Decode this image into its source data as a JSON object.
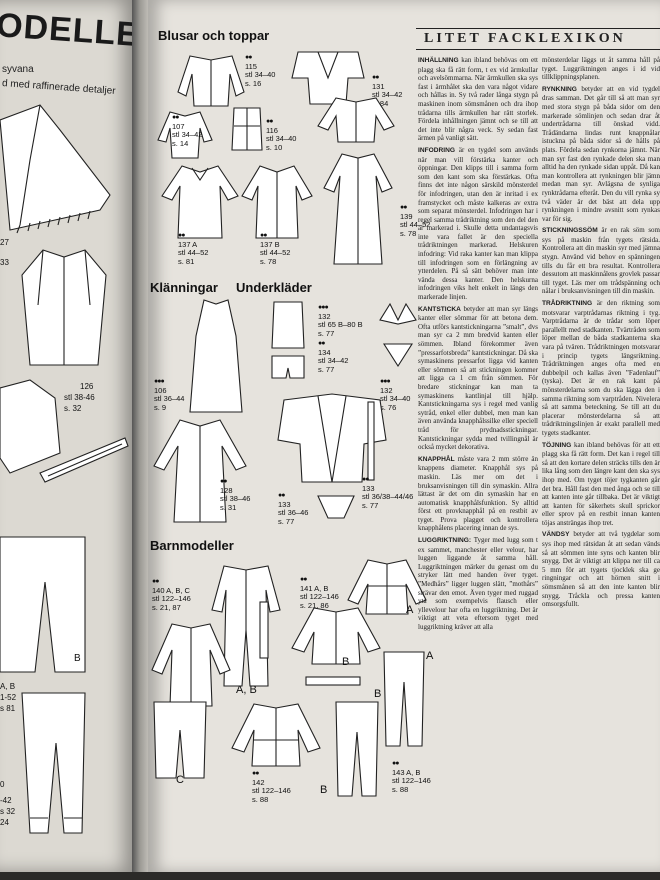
{
  "left_page": {
    "heading": "ODELLER",
    "subtitle_lines": [
      "syvana",
      "d med raffinerade detaljer"
    ],
    "labels": [
      "27",
      "33",
      "126",
      "stl 38-46",
      "s. 32",
      "A, B",
      "1-52",
      "s 81",
      "0",
      "-42",
      "s 32",
      "24",
      "B"
    ]
  },
  "sections": {
    "blusar": "Blusar och toppar",
    "klanningar": "Klänningar",
    "underklader": "Underkläder",
    "barnmodeller": "Barnmodeller"
  },
  "patterns": [
    {
      "id": "p115",
      "dots": "●●",
      "lines": [
        "115",
        "stl 34–40",
        "s. 16"
      ]
    },
    {
      "id": "p131",
      "dots": "●●",
      "lines": [
        "131",
        "stl 34–42",
        "s. 84"
      ]
    },
    {
      "id": "p107",
      "dots": "●●",
      "lines": [
        "107",
        "stl 34–42",
        "s. 14"
      ]
    },
    {
      "id": "p116",
      "dots": "●●",
      "lines": [
        "116",
        "stl 34–40",
        "s. 10"
      ]
    },
    {
      "id": "p139",
      "dots": "●●",
      "lines": [
        "139",
        "stl 44–52",
        "s. 78"
      ]
    },
    {
      "id": "p137a",
      "dots": "●●",
      "lines": [
        "137 A",
        "stl 44–52",
        "s. 81"
      ]
    },
    {
      "id": "p137b",
      "dots": "●●",
      "lines": [
        "137 B",
        "stl 44–52",
        "s. 78"
      ]
    },
    {
      "id": "p132a",
      "dots": "●●●",
      "lines": [
        "132",
        "stl 65 B–80 B",
        "s. 77"
      ]
    },
    {
      "id": "p134",
      "dots": "●●",
      "lines": [
        "134",
        "stl 34–42",
        "s. 77"
      ]
    },
    {
      "id": "p132b",
      "dots": "●●●",
      "lines": [
        "132",
        "stl 34–40",
        "s. 76"
      ]
    },
    {
      "id": "p106",
      "dots": "●●●",
      "lines": [
        "106",
        "stl 36–44",
        "s. 9"
      ]
    },
    {
      "id": "p128",
      "dots": "●●",
      "lines": [
        "128",
        "stl 38–46",
        "s. 31"
      ]
    },
    {
      "id": "p133a",
      "dots": "●●",
      "lines": [
        "133",
        "stl 36–46",
        "s. 77"
      ]
    },
    {
      "id": "p133b",
      "dots": "●●",
      "lines": [
        "133",
        "stl 36/38–44/46",
        "s. 77"
      ]
    },
    {
      "id": "p140",
      "dots": "●●",
      "lines": [
        "140 A, B, C",
        "stl 122–146",
        "s. 21, 87"
      ]
    },
    {
      "id": "p141",
      "dots": "●●",
      "lines": [
        "141 A, B",
        "stl 122–146",
        "s. 21, 86"
      ]
    },
    {
      "id": "p142",
      "dots": "●●",
      "lines": [
        "142",
        "stl 122–146",
        "s. 88"
      ]
    },
    {
      "id": "p143",
      "dots": "●●",
      "lines": [
        "143 A, B",
        "stl 122–146",
        "s. 88"
      ]
    }
  ],
  "sketch_letters": [
    "A",
    "A, B",
    "B",
    "C",
    "A",
    "B",
    "B",
    "A"
  ],
  "lexicon": {
    "title": "LITET FACKLEXIKON",
    "col1": [
      {
        "term": "INHÄLLNING",
        "text": "kan ibland behövas om ett plagg ska få rätt form, t ex vid ärmkullar och avelsömmarna. När ärmkullen ska sys fast i ärmhålet ska den vara något vidare och hållas in. Sy två rader långa stygn på maskinen inom sömsmånen och dra ihop trådarna tills ärmkullen har rätt storlek. Fördela inhållningen jämnt och se till att det inte blir några veck. Sy sedan fast ärmen på vanligt sätt."
      },
      {
        "term": "INFODRING",
        "text": "är en tygdel som används när man vill förstärka kanter och öppningar. Den klipps till i samma form som den kant som ska förstärkas. Ofta finns det inte någon särskild mönsterdel för infodringen, utan den är inritad i ex framstycket och måste kalkeras av extra som separat mönsterdel. Infodringen har i regel samma trådriktning som den del den är markerad i. Skulle detta undantagsvis inte vara fallet är den speciella trådriktningen markerad. Helskuren infodring: Vid raka kanter kan man klippa till infodringen som en förlängning av ytterdelen. På så sätt behöver man inte vända dessa kanter. Den helskurna infodringen viks helt enkelt in längs den markerade linjen."
      },
      {
        "term": "KANTSTICKA",
        "text": "betyder att man syr längs kanter eller sömmar för att betona dem. Ofta utförs kantstickningarna ”smalt”, dvs man syr ca 2 mm bredvid kanten eller sömmen. Ibland förekommer även ”pressarfotsbreda” kantstickningar. Då ska symaskinens pressarfot ligga vid kanten eller sömmen så att stickningen kommer att ligga ca 1 cm från sömmen. För bredare stickningar kan man ta symaskinens kantlinjal till hjälp. Kantstickningarna sys i regel med vanlig sytråd, enkel eller dubbel, men man kan även använda knapphålssilke eller speciell tråd för prydnadsstickningar. Kantstickningar sydda med tvillingnål är också mycket dekorativa."
      },
      {
        "term": "KNAPPHÅL",
        "text": "måste vara 2 mm större än knappens diameter. Knapphål sys på maskin. Läs mer om det i bruksanvisningen till din symaskin. Allra lättast är det om din symaskin har en automatisk knapphålsfunktion. Sy alltid först ett provknapphål på en restbit av tyget. Prova plagget och kontrollera knapphålens placering innan de sys."
      },
      {
        "term": "LUGGRIKTNING:",
        "text": "Tyger med lugg som t ex sammet, manchester eller velour, har luggen liggande åt samma håll. Luggriktningen märker du genast om du stryker lätt med handen över tyget. ”Medhårs” ligger luggen slätt, ”mothårs” strävar den emot. Även tyger med ruggad yta som exempelvis flausch eller yllevelour har ofta en luggriktning. Det är viktigt att veta eftersom tyget med luggriktning kräver att alla"
      }
    ],
    "col2": [
      {
        "term": "",
        "text": "mönsterdelar läggs ut åt samma håll på tyget. Luggriktningen anges i id vid tillklippningsplanen."
      },
      {
        "term": "RYNKNING",
        "text": "betyder att en vid tygdel dras samman. Det går till så att man syr med stora stygn på båda sidor om den markerade sömlinjen och sedan drar åt undertrådarna till önskad vidd. Trådändarna lindas runt knappnålar istuckna på båda sidor så de hålls på plats. Fördela sedan rynkorna jämnt. När man syr fast den rynkade delen ska man alltid ha den rynkade sidan uppåt. Då kan man kontrollera att rynkningen blir jämn medan man syr. Avlägsna de synliga rynktrådarna efteråt. Den du vill rynka sy två väder är det bäst att dela upp rynkningen i mindre avsnitt som rynkas var för sig."
      },
      {
        "term": "STICKNINGSSÖM",
        "text": "är en rak söm som sys på maskin från tygets rätsida. Kontrollera att din maskin syr med jämna stygn. Använd vid behov en spänningen tills du får ett bra resultat. Kontrollera dessutom att maskinnålens grovlek passar till tyget. Läs mer om trådspänning och nålar i bruksanvisningen till din maskin."
      },
      {
        "term": "TRÅDRIKTNING",
        "text": "är den riktning som motsvarar varptrådarnas riktning i tyg. Varptrådarna är de trådar som löper parallellt med stadkanten. Tvärtråden som löper mellan de båda stadkanterna ska vara på tvären. Trådriktningen motsvarar i princip tygets längsriktning. Trådriktningen anges ofta med en dubbelpil och kallas även ”Fadenlauf” (tyska). Det är en rak kant på mönsterdelarna som du ska lägga den i samma riktning som varptråden. Nivelera så att samma beteckning. Se till att du placerar mönsterdelarna så att trådriktningslinjen är exakt parallell med tygets stadkanter."
      },
      {
        "term": "TÖJNING",
        "text": "kan ibland behövas för att ett plagg ska få rätt form. Det kan i regel till så att den kortare delen sträcks tills den är lika lång som den längre kant den ska sys ihop med. Om tyget töjer tygkanten går det bra. Håll fast den med ånga och se till att kanten inte går tillbaka. Det är viktigt att kanten för säkerhets skull sprickor eller sprov på en restbit innan kanten töjas ansträngas ihop tret."
      },
      {
        "term": "VÄNDSY",
        "text": "betyder att två tygdelar som sys ihop med rätsidan åt att sedan vänds så att sömmen inte syns och kanten blir snygg. Det är viktigt att klippa ner till ca 5 mm för att tygets tjocklek ska ge ringningar och att hörnen snitt i sömsmånen så att den inte kanten blir snygg. Tråckla och pressa kanten omsorgsfullt."
      }
    ]
  }
}
